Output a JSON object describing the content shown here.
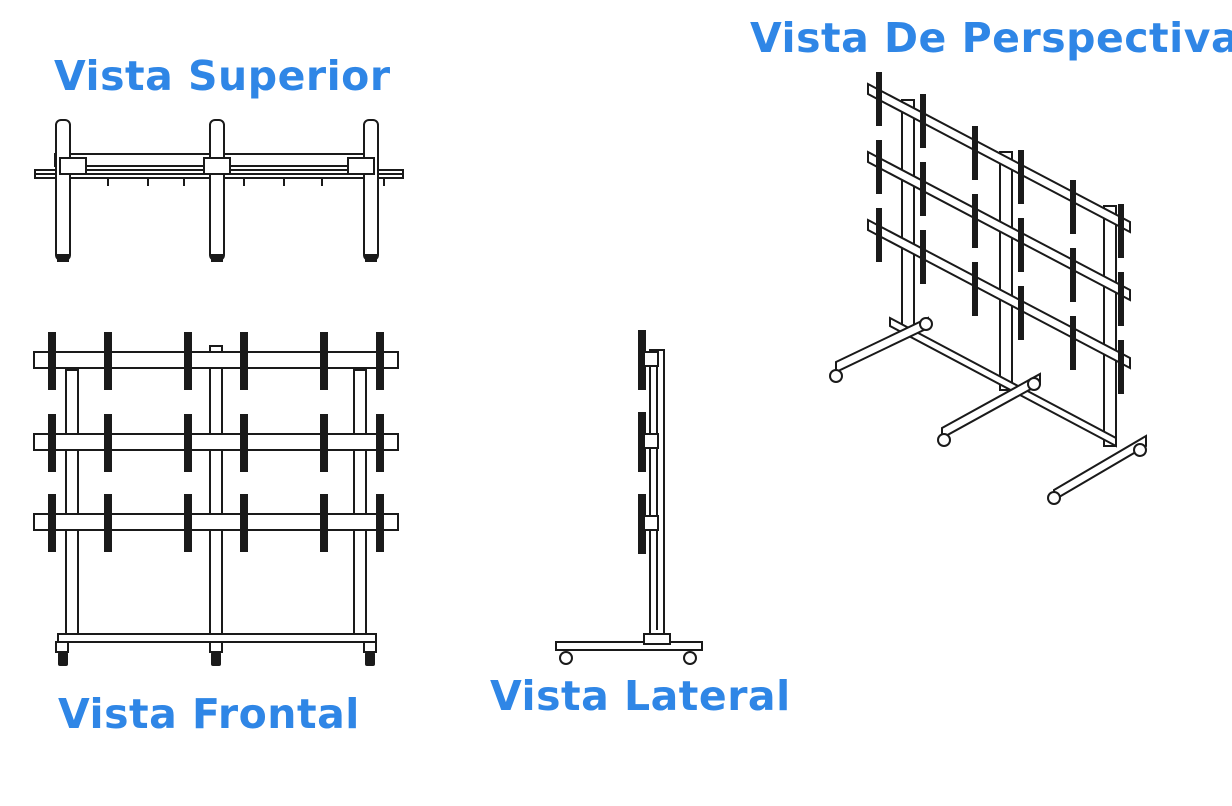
{
  "labels": {
    "top_view": "Vista Superior",
    "perspective_view": "Vista De Perspectiva",
    "front_view": "Vista Frontal",
    "side_view": "Vista Lateral"
  },
  "colors": {
    "label_blue": "#2f86e6",
    "line": "#1a1a1a",
    "background": "#ffffff"
  }
}
